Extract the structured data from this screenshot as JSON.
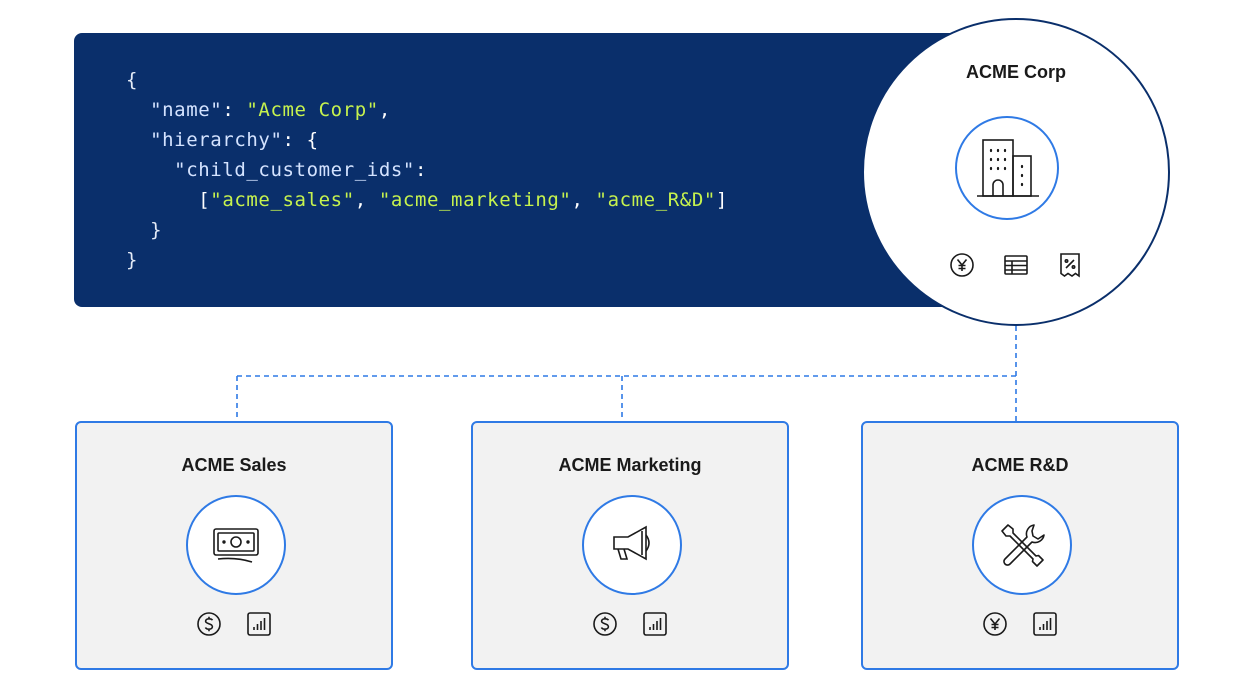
{
  "code": {
    "open_brace": "{",
    "name_key": "\"name\"",
    "name_value": "\"Acme Corp\"",
    "hierarchy_key": "\"hierarchy\"",
    "child_ids_key": "\"child_customer_ids\"",
    "child_ids": [
      "\"acme_sales\"",
      "\"acme_marketing\"",
      "\"acme_R&D\""
    ],
    "inner_close": "}",
    "outer_close": "}"
  },
  "root": {
    "title": "ACME Corp",
    "icon": "office-building-icon",
    "mini_icons": [
      "yen-coin-icon",
      "table-icon",
      "percent-receipt-icon"
    ]
  },
  "children": [
    {
      "title": "ACME Sales",
      "icon": "banknote-icon",
      "mini_icons": [
        "dollar-coin-icon",
        "bar-chart-icon"
      ]
    },
    {
      "title": "ACME Marketing",
      "icon": "megaphone-icon",
      "mini_icons": [
        "dollar-coin-icon",
        "bar-chart-icon"
      ]
    },
    {
      "title": "ACME R&D",
      "icon": "tools-icon",
      "mini_icons": [
        "yen-coin-icon",
        "bar-chart-icon"
      ]
    }
  ],
  "colors": {
    "code_background": "#0a2f6b",
    "string": "#c6f24e",
    "accent_blue": "#2f7ae5",
    "card_background": "#f2f2f2"
  }
}
